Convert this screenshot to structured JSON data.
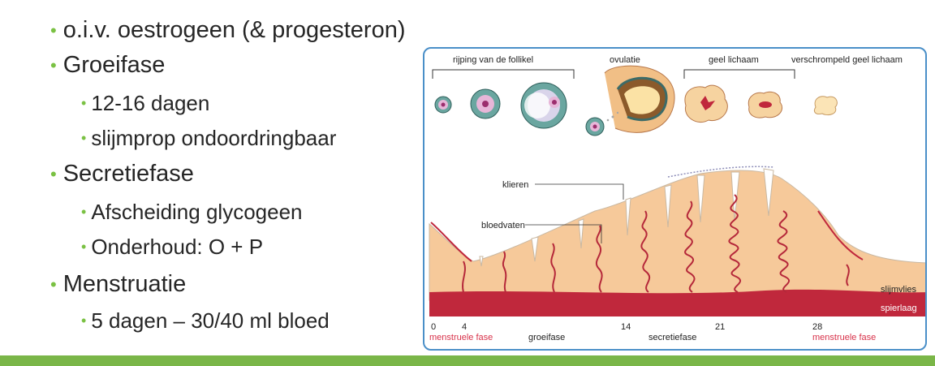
{
  "bullets": [
    {
      "level": 1,
      "text": "o.i.v. oestrogeen (& progesteron)"
    },
    {
      "level": 1,
      "text": "Groeifase"
    },
    {
      "level": 2,
      "text": "12-16 dagen"
    },
    {
      "level": 2,
      "text": "slijmprop ondoordringbaar"
    },
    {
      "level": 1,
      "text": "Secretiefase"
    },
    {
      "level": 2,
      "text": "Afscheiding glycogeen"
    },
    {
      "level": 2,
      "text": "Onderhoud: O + P"
    },
    {
      "level": 1,
      "text": "Menstruatie"
    },
    {
      "level": 2,
      "text": "5 dagen – 30/40 ml bloed"
    }
  ],
  "diagram": {
    "ovary_labels": {
      "ripening": "rijping van de follikel",
      "ovulation": "ovulatie",
      "corpus_luteum": "geel lichaam",
      "shrunken": "verschrompeld geel lichaam"
    },
    "callouts": {
      "glands": "klieren",
      "vessels": "bloedvaten",
      "mucosa": "slijmvlies",
      "muscle": "spierlaag"
    },
    "day_ticks": [
      "0",
      "4",
      "14",
      "21",
      "28"
    ],
    "phases": {
      "menstrual_start": "menstruele fase",
      "growth": "groeifase",
      "secretory": "secretiefase",
      "menstrual_end": "menstruele fase"
    }
  },
  "colors": {
    "bullet_dot": "#7ac143",
    "footer_bar": "#7ab648",
    "frame": "#4a8fc8",
    "endometrium": "#f6c99a",
    "muscle": "#c0283c",
    "phase_red": "#d8324a"
  }
}
